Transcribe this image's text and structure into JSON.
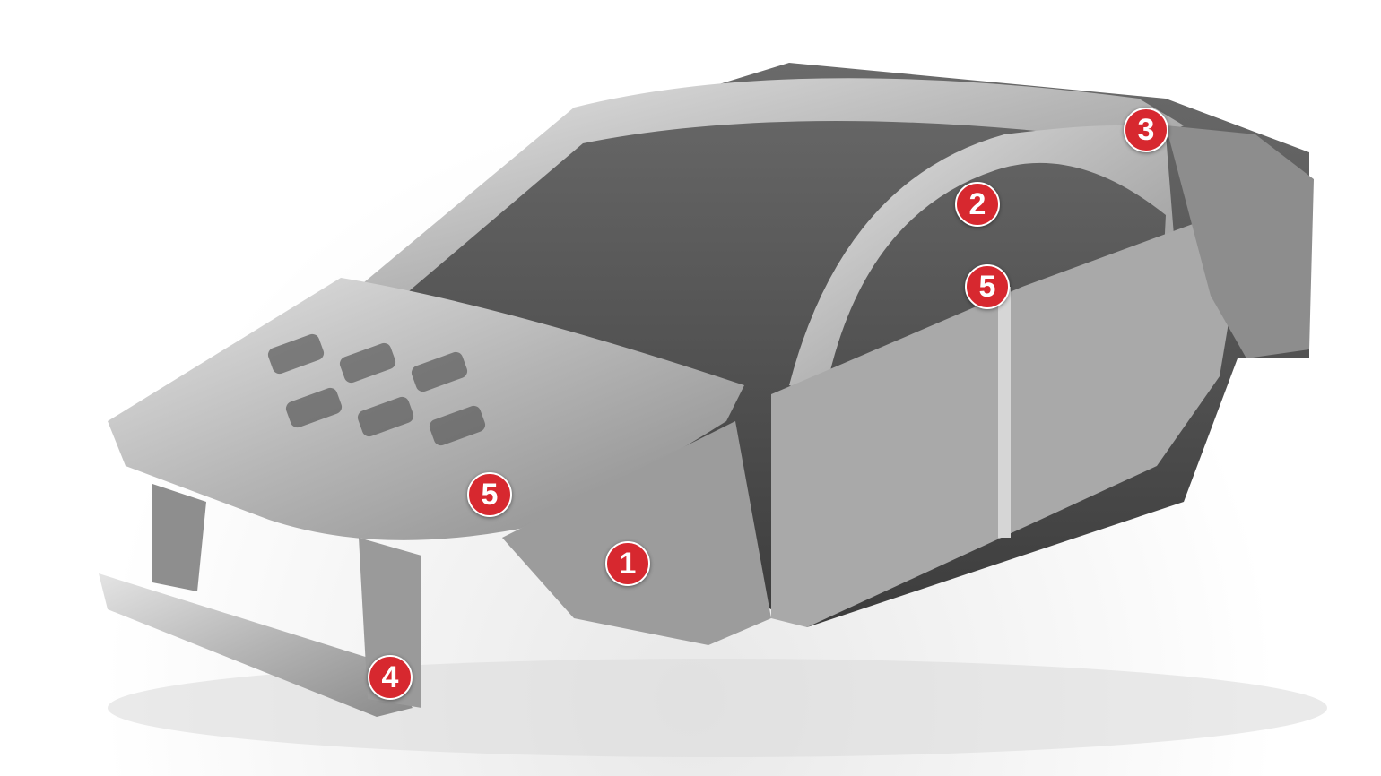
{
  "image": {
    "subject": "car-body-structure",
    "marker_color": "#d7282f",
    "markers": [
      {
        "label": "1"
      },
      {
        "label": "2"
      },
      {
        "label": "3"
      },
      {
        "label": "4"
      },
      {
        "label": "5"
      },
      {
        "label": "5"
      }
    ]
  }
}
